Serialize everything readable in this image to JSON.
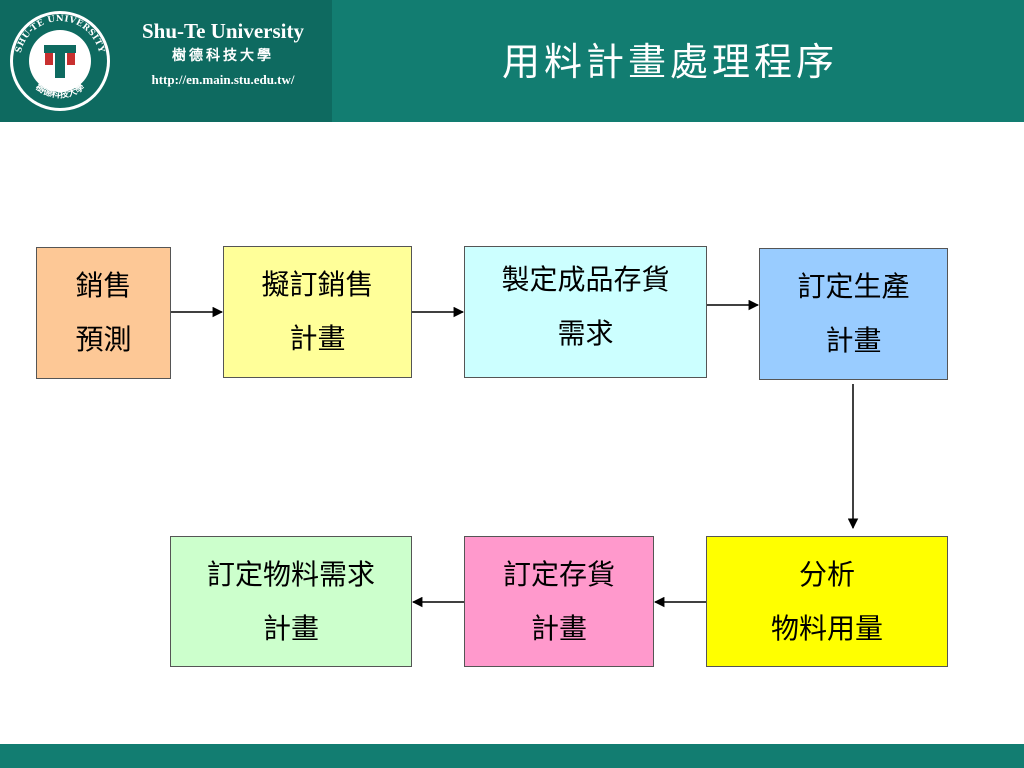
{
  "header": {
    "university_name": "Shu-Te University",
    "university_name_cn": "樹德科技大學",
    "university_url": "http://en.main.stu.edu.tw/",
    "seal_text_top": "SHU-TE UNIVERSITY",
    "seal_text_bottom": "樹德科技大學",
    "title": "用料計畫處理程序"
  },
  "flow": {
    "sales_forecast": {
      "line1": "銷售",
      "line2": "預測",
      "color": "#fdc896"
    },
    "draft_sales_plan": {
      "line1": "擬訂銷售",
      "line2": "計畫",
      "color": "#ffff99"
    },
    "finished_goods_inventory": {
      "line1": "製定成品存貨",
      "line2": "需求",
      "color": "#ccffff"
    },
    "production_plan": {
      "line1": "訂定生產",
      "line2": "計畫",
      "color": "#99ccff"
    },
    "analyze_material_usage": {
      "line1": "分析",
      "line2": "物料用量",
      "color": "#ffff00"
    },
    "inventory_plan": {
      "line1": "訂定存貨",
      "line2": "計畫",
      "color": "#ff99cc"
    },
    "material_requirement_plan": {
      "line1": "訂定物料需求",
      "line2": "計畫",
      "color": "#ccffcc"
    }
  },
  "colors": {
    "header_bg": "#127d71",
    "logo_bg": "#0e6a60",
    "footer_bg": "#127d71"
  }
}
